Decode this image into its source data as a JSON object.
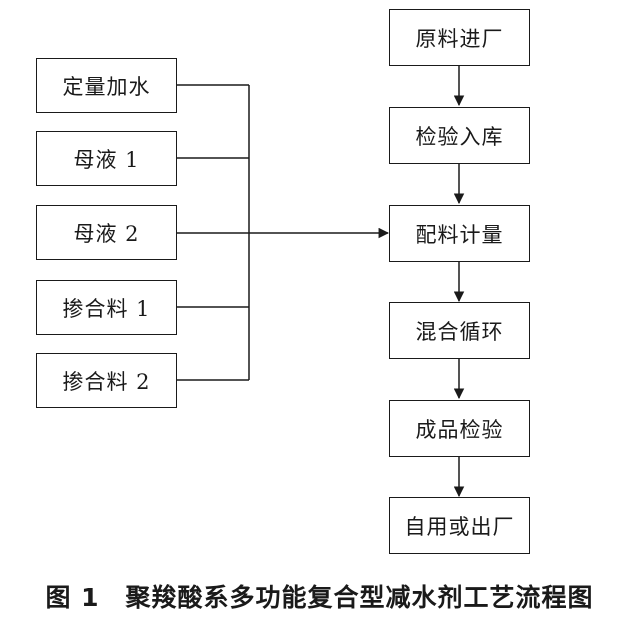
{
  "inputs": [
    {
      "label": "定量加水"
    },
    {
      "label": "母液 1"
    },
    {
      "label": "母液 2"
    },
    {
      "label": "掺合料 1"
    },
    {
      "label": "掺合料 2"
    }
  ],
  "process": [
    {
      "label": "原料进厂"
    },
    {
      "label": "检验入库"
    },
    {
      "label": "配料计量"
    },
    {
      "label": "混合循环"
    },
    {
      "label": "成品检验"
    },
    {
      "label": "自用或出厂"
    }
  ],
  "caption": "图 1　聚羧酸系多功能复合型减水剂工艺流程图"
}
